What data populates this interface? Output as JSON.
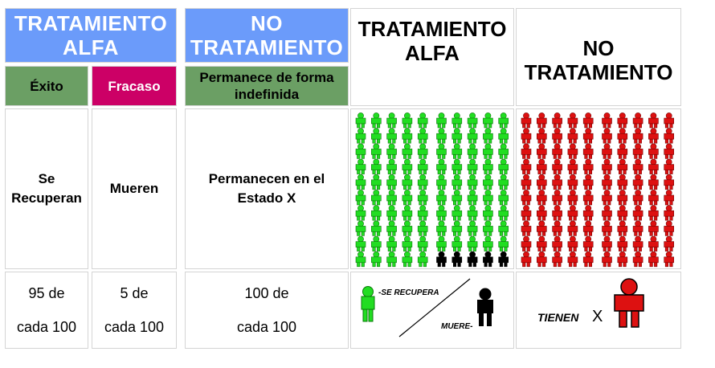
{
  "left_table": {
    "col1_header": "TRATAMIENTO ALFA",
    "col2_header": "NO TRATAMIENTO",
    "exito_label": "Éxito",
    "fracaso_label": "Fracaso",
    "permanece_label": "Permanece de forma indefinida",
    "se_recuperan": "Se Recuperan",
    "mueren": "Mueren",
    "permanecen": "Permanecen en el Estado X",
    "count_exito_a": "95 de",
    "count_exito_b": "cada 100",
    "count_fracaso_a": "5 de",
    "count_fracaso_b": "cada 100",
    "count_perm_a": "100 de",
    "count_perm_b": "cada 100"
  },
  "right_table": {
    "col1_header": "TRATAMIENTO ALFA",
    "col2_header": "NO TRATAMIENTO",
    "alfa_recover": 95,
    "alfa_die": 5,
    "no_treat_stay": 100,
    "legend_recover": "-SE RECUPERA",
    "legend_die": "MUERE-",
    "legend_tienen": "TIENEN",
    "legend_x": "X"
  },
  "colors": {
    "header_blue": "#6b9bfa",
    "green_label": "#6b9f64",
    "magenta_label": "#cc0066",
    "figure_green": "#22dd22",
    "figure_black": "#000000",
    "figure_red": "#dd1111"
  }
}
